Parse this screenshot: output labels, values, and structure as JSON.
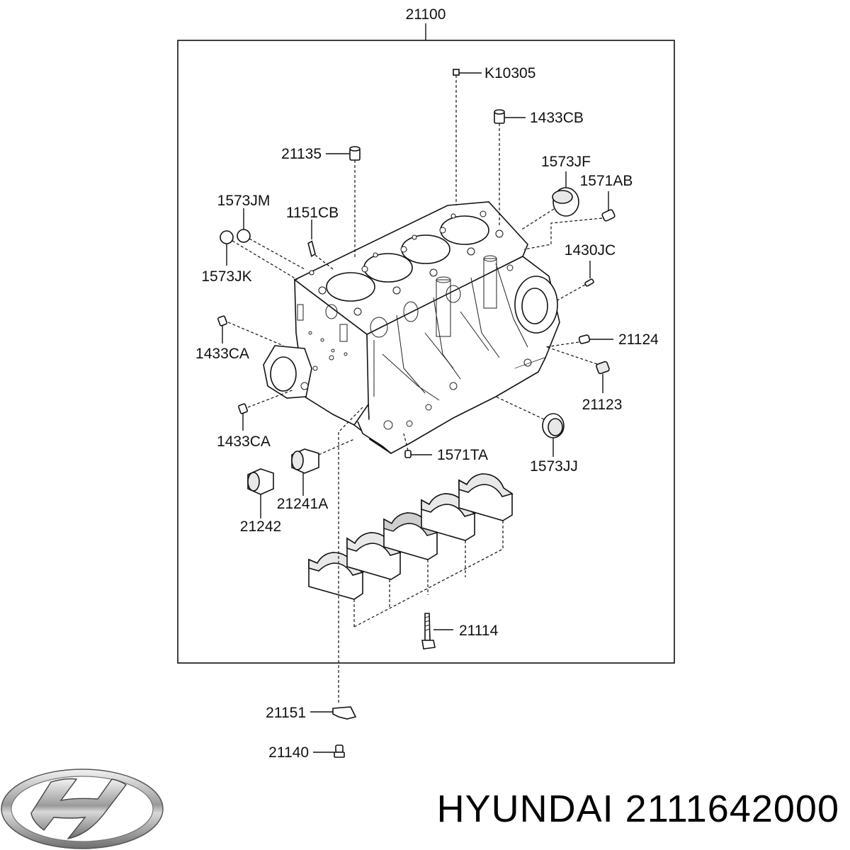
{
  "diagram": {
    "callouts": {
      "c21100": "21100",
      "k10305": "K10305",
      "c1433CB": "1433CB",
      "c21135": "21135",
      "c1573JF": "1573JF",
      "c1571AB": "1571AB",
      "c1573JM": "1573JM",
      "c1151CB": "1151CB",
      "c1430JC": "1430JC",
      "c1573JK": "1573JK",
      "c1433CA_top": "1433CA",
      "c21124": "21124",
      "c21123": "21123",
      "c1433CA_bottom": "1433CA",
      "c1571TA": "1571TA",
      "c1573JJ": "1573JJ",
      "c21241A": "21241A",
      "c21242": "21242",
      "c21114": "21114",
      "c21151": "21151",
      "c21140": "21140"
    }
  },
  "footer": {
    "brand_text": "HYUNDAI 2111642000",
    "logo_icon": "hyundai-logo-icon"
  }
}
